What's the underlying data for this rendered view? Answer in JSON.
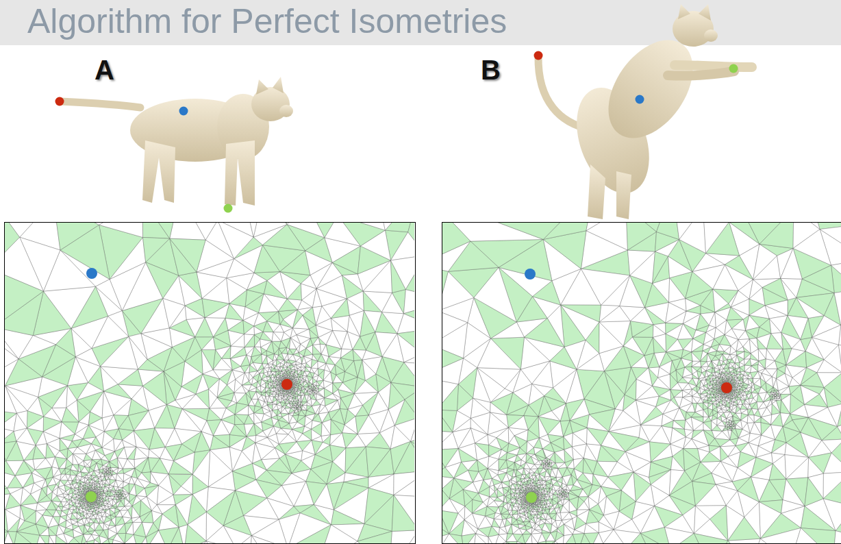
{
  "diagram": {
    "title": "Algorithm for Perfect Isometries",
    "labels": [
      "A",
      "B"
    ]
  }
}
